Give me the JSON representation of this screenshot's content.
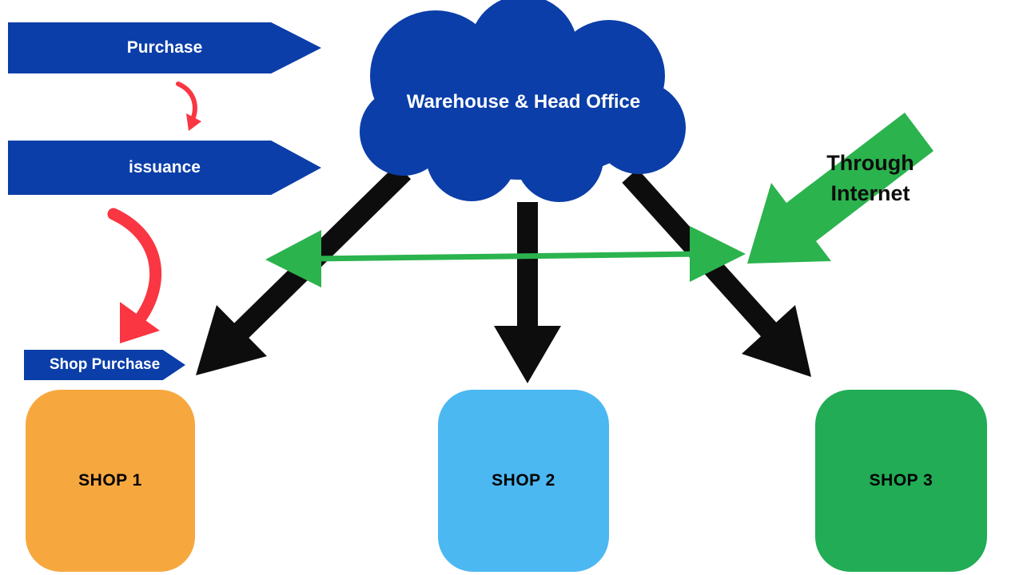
{
  "cloud": {
    "label": "Warehouse & Head Office",
    "color": "#0B3EA8"
  },
  "flow": {
    "steps": [
      {
        "label": "Purchase"
      },
      {
        "label": "issuance"
      },
      {
        "label": "Shop Purchase"
      }
    ],
    "connector_color": "#F93642"
  },
  "internet": {
    "label": "Through Internet",
    "arrow_color": "#2BB34E"
  },
  "sync_arrow": {
    "color": "#2BB34E",
    "style": "double-headed-horizontal"
  },
  "distribution": {
    "arrow_color": "#0D0D0D",
    "targets": [
      "SHOP 1",
      "SHOP 2",
      "SHOP 3"
    ]
  },
  "shops": [
    {
      "label": "SHOP 1",
      "color": "#F6A83F"
    },
    {
      "label": "SHOP 2",
      "color": "#4CB8F2"
    },
    {
      "label": "SHOP 3",
      "color": "#21AC55"
    }
  ]
}
